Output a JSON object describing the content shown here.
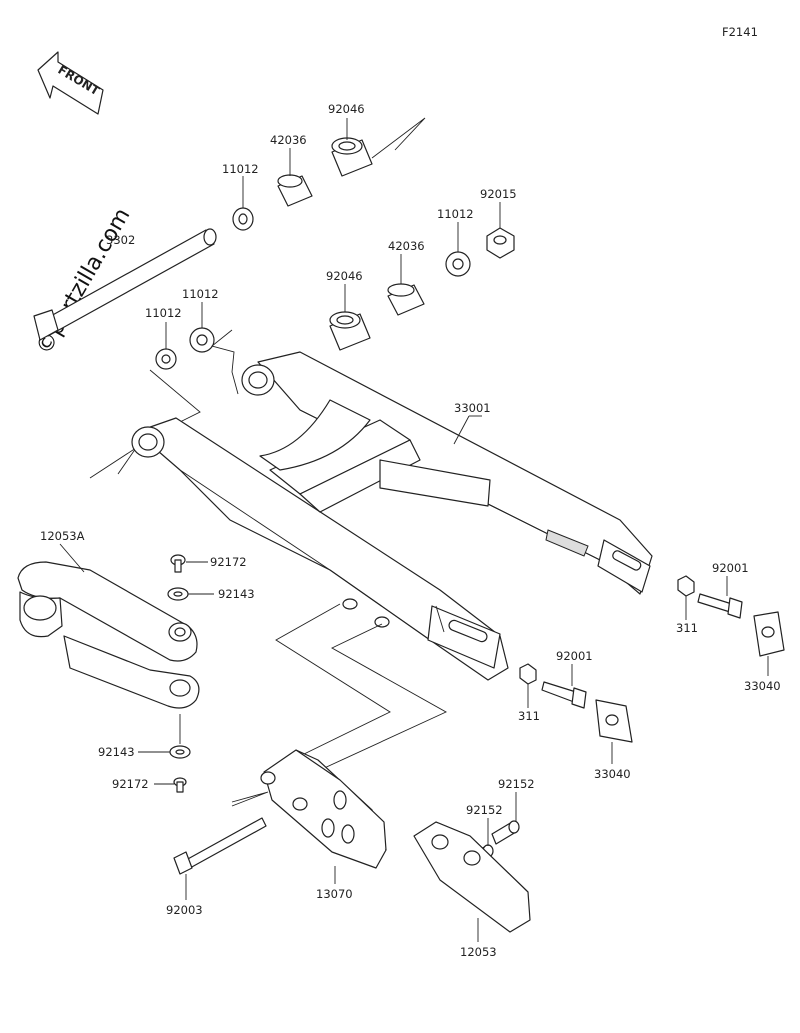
{
  "figure_code": "F2141",
  "front_label": "FRONT",
  "watermark": "©partzilla.com",
  "labels": {
    "p92046_top": "92046",
    "p42036_top": "42036",
    "p11012_top": "11012",
    "p92015": "92015",
    "p11012_mid": "11012",
    "p42036_mid": "42036",
    "p3302": "3302",
    "p92046_mid": "92046",
    "p11012_left": "11012",
    "p11012_left2": "11012",
    "p33001": "33001",
    "p12053A": "12053A",
    "p92172_top": "92172",
    "p92143_top": "92143",
    "p92001_right": "92001",
    "p311_right": "311",
    "p33040_right": "33040",
    "p92001_mid": "92001",
    "p311_mid": "311",
    "p33040_mid": "33040",
    "p92143_bot": "92143",
    "p92172_bot": "92172",
    "p92152_a": "92152",
    "p92152_b": "92152",
    "p92003": "92003",
    "p13070": "13070",
    "p12053": "12053"
  }
}
